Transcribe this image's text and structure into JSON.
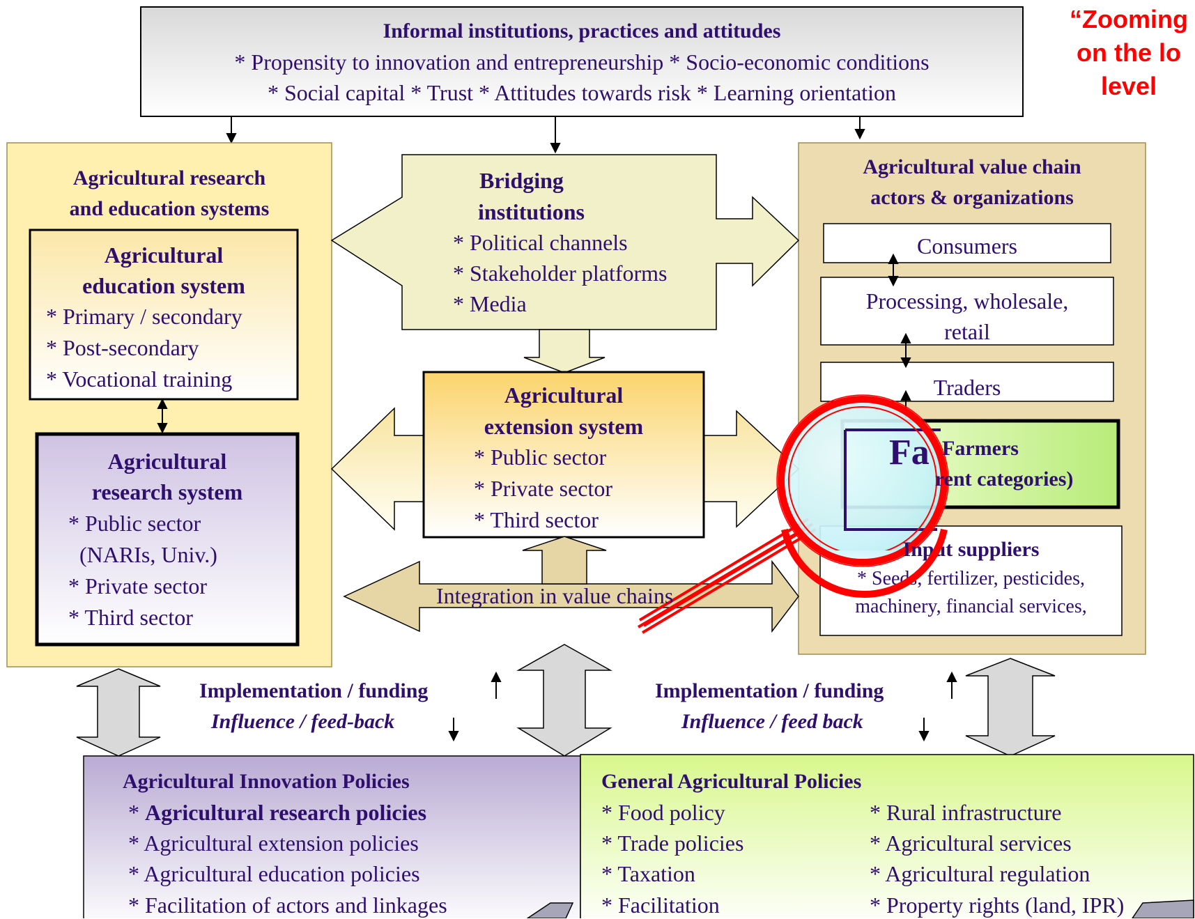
{
  "informal": {
    "title": "Informal institutions, practices and attitudes",
    "line1": "* Propensity to innovation and entrepreneurship  * Socio-economic conditions",
    "line2": "* Social capital  * Trust  * Attitudes towards risk  * Learning orientation"
  },
  "zoom_note": [
    "“Zooming",
    "on the lo",
    "level"
  ],
  "research_education": {
    "title": [
      "Agricultural research",
      "and education systems"
    ],
    "education": {
      "title": [
        "Agricultural",
        "education system"
      ],
      "items": [
        "* Primary / secondary",
        "* Post-secondary",
        "* Vocational training"
      ]
    },
    "research": {
      "title": [
        "Agricultural",
        "research system"
      ],
      "items": [
        "* Public sector",
        "  (NARIs, Univ.)",
        "* Private sector",
        "* Third sector"
      ]
    }
  },
  "bridging": {
    "title": [
      "Bridging",
      "institutions"
    ],
    "items": [
      "* Political channels",
      "* Stakeholder platforms",
      "* Media"
    ]
  },
  "extension": {
    "title": [
      "Agricultural",
      "extension system"
    ],
    "items": [
      "* Public sector",
      "* Private sector",
      "* Third sector"
    ]
  },
  "integration": {
    "label": "Integration in value chains"
  },
  "value_chain": {
    "title": [
      "Agricultural value chain",
      "actors & organizations"
    ],
    "consumers": "Consumers",
    "processing": [
      "Processing, wholesale,",
      "retail"
    ],
    "traders": "Traders",
    "farmers": [
      "Farmers",
      "(different categories)"
    ],
    "magnified": "Fa",
    "input": {
      "title": "Input suppliers",
      "line1": "* Seeds, fertilizer, pesticides,",
      "line2": "machinery, financial services,"
    }
  },
  "labels": {
    "left_impl": "Implementation / funding",
    "left_infl": "Influence / feed-back",
    "right_impl": "Implementation / funding",
    "right_infl": "Influence / feed back"
  },
  "innovation_policies": {
    "title": "Agricultural Innovation Policies",
    "star": "* ",
    "first": "Agricultural research policies",
    "items": [
      "* Agricultural extension policies",
      "* Agricultural education policies",
      "* Facilitation of actors and linkages"
    ]
  },
  "general_policies": {
    "title": "General Agricultural Policies",
    "left": [
      "* Food policy",
      "* Trade policies",
      "* Taxation",
      "* Facilitation"
    ],
    "right": [
      "* Rural infrastructure",
      "* Agricultural services",
      "* Agricultural regulation",
      "* Property rights (land, IPR)"
    ]
  },
  "colors": {
    "research_bg": "#fff2b0",
    "value_chain_bg": "#eedfb4",
    "bridging_bg": "#f2f0c8",
    "research_system_top": "#d3c8e6",
    "farmers_green": "#c8f08c",
    "magnifier_red": "#ff0000",
    "arrow_gray": "#d9d9d9",
    "integration_tan": "#e6d6a6"
  }
}
